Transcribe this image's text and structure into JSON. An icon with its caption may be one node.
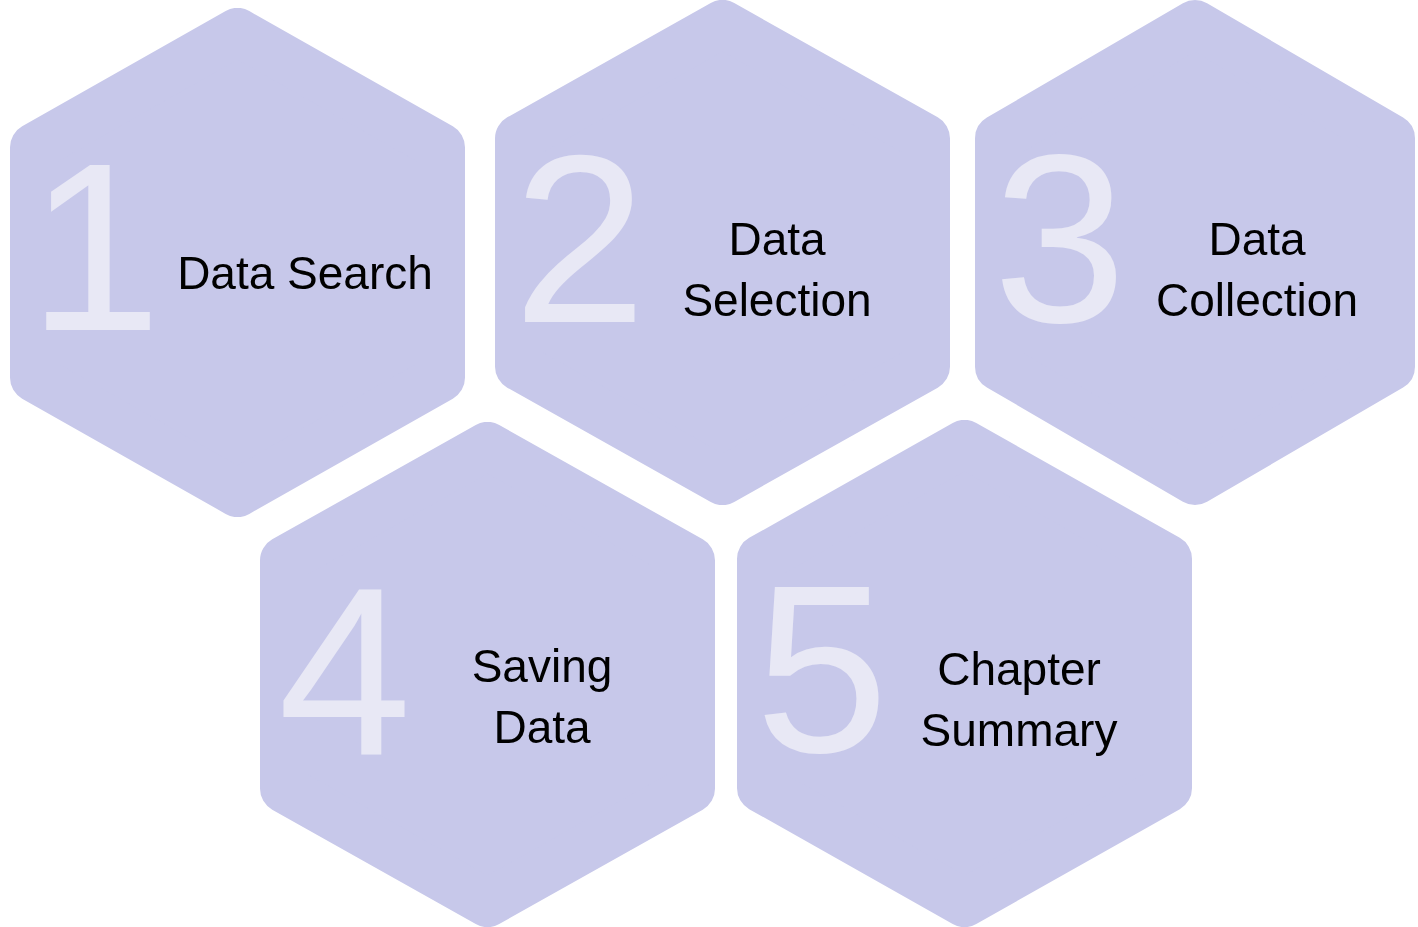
{
  "diagram": {
    "nodes": [
      {
        "text": [
          "1",
          "Data Search"
        ]
      },
      {
        "text": [
          "2",
          "Data Selection"
        ]
      },
      {
        "text": [
          "3",
          "Data Collection"
        ]
      },
      {
        "text": [
          "4",
          "Saving Data"
        ]
      },
      {
        "text": [
          "5",
          "Chapter Summary"
        ]
      }
    ],
    "edges": []
  }
}
